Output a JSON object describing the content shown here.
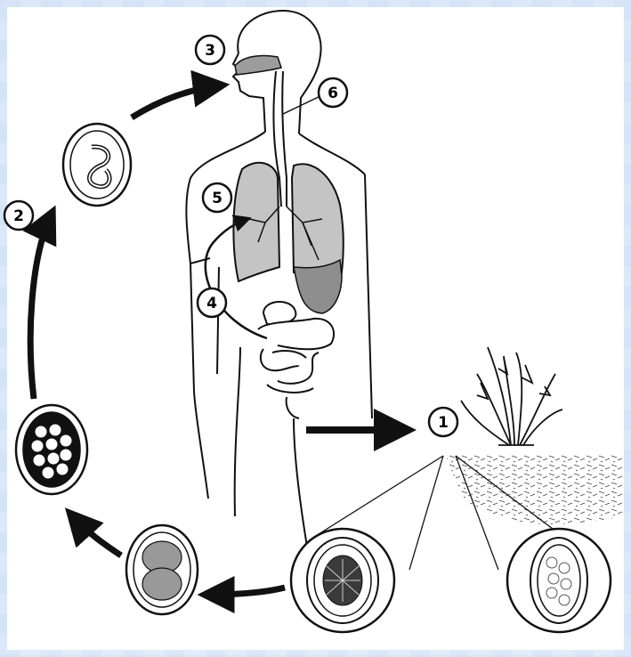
{
  "diagram": {
    "labels": [
      "1",
      "2",
      "3",
      "4",
      "5",
      "6"
    ]
  },
  "colors": {
    "background": "#dbe8f7",
    "ink": "#111111",
    "lung_fill": "#c4c4c4",
    "organ_dark": "#8e8e8e",
    "paper": "#ffffff"
  }
}
